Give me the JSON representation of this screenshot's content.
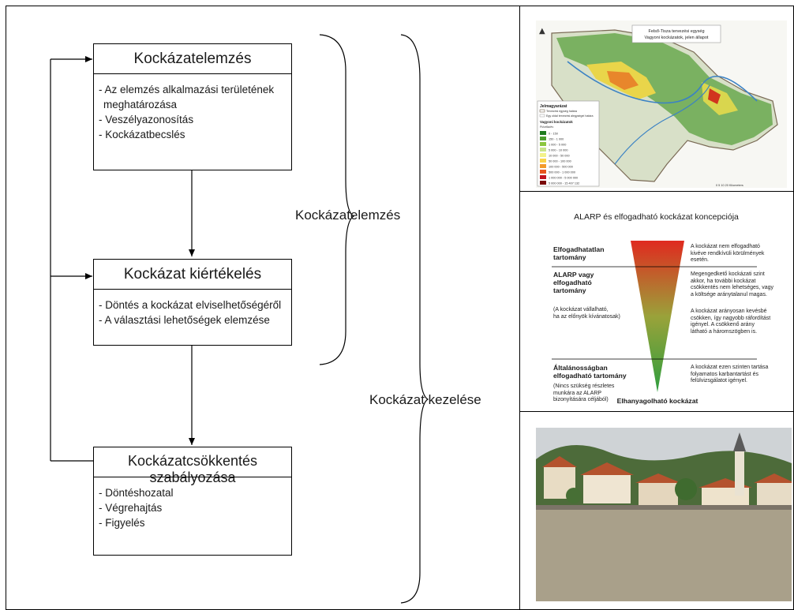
{
  "flowchart": {
    "box1": {
      "title": "Kockázatelemzés",
      "items": [
        "- Az elemzés alkalmazási területének",
        "  meghatározása",
        "- Veszélyazonosítás",
        "- Kockázatbecslés"
      ]
    },
    "box2": {
      "title": "Kockázat kiértékelés",
      "items": [
        "- Döntés a kockázat elviselhetőségéről",
        "- A választási lehetőségek elemzése"
      ]
    },
    "box3": {
      "title": "Kockázatcsökkentés szabályozása",
      "items": [
        "- Döntéshozatal",
        "- Végrehajtás",
        "- Figyelés"
      ]
    },
    "brace_inner_label": "Kockázatelemzés",
    "brace_outer_label": "Kockázat kezelése"
  },
  "map_panel": {
    "title_line1": "Felső-Tisza tervezési egység",
    "title_line2": "Vagyoni kockázatok, jelen állapot",
    "legend_title": "Jelmagyarázat",
    "legend_sub1": "Tervezési egység határa",
    "legend_sub2": "Egy oldal tervezési alegységei határa",
    "legend_risk_title": "Vagyoni kockázatok",
    "legend_unit": "Ft/cella/év",
    "legend_classes": [
      "0 - 150",
      "150 - 1 000",
      "1 000 - 5 000",
      "5 000 - 10 000",
      "10 000 - 50 000",
      "50 000 - 100 000",
      "100 000 - 500 000",
      "500 000 - 1 000 000",
      "1 000 000 - 5 000 000",
      "5 000 000 - 15 407 132"
    ],
    "legend_colors": [
      "#1f7a1f",
      "#4c9e2e",
      "#8cc63f",
      "#c9e48a",
      "#f3f28a",
      "#f9d34a",
      "#f39a2b",
      "#e8541e",
      "#c1121f",
      "#7a0a0a"
    ],
    "scale_label": "0  5  10        20 Kilometers"
  },
  "alarp_panel": {
    "title": "ALARP és elfogadható kockázat koncepciója",
    "zone1": [
      "Elfogadhatatlan",
      "tartomány"
    ],
    "zone2": [
      "ALARP vagy",
      "elfogadható",
      "tartomány"
    ],
    "zone2_note": [
      "(A kockázat vállalható,",
      "ha az előnyök kívánatosak)"
    ],
    "zone3": [
      "Általánosságban",
      "elfogadható tartomány"
    ],
    "zone3_note": [
      "(Nincs szükség részletes",
      "munkára az ALARP",
      "bizonyítására céljából)"
    ],
    "desc1": [
      "A kockázat nem elfogadható",
      "kivéve rendkívüli körülmények",
      "esetén."
    ],
    "desc2": [
      "Megengedkető kockázati szint",
      "akkor, ha további kockázat",
      "csökkentés nem lehetséges, vagy",
      "a költsége aránytalanul magas."
    ],
    "desc3": [
      "A kockázat arányosan kevésbé",
      "csökken, így nagyobb ráfordítást",
      "igényel. A csökkenő arány",
      "látható a háromszögben is."
    ],
    "desc4": [
      "A kockázat ezen szinten tartása",
      "folyamatos karbantartást és",
      "felülvizsgálatot igényel."
    ],
    "bottom": "Elhanyagolható kockázat",
    "colors": {
      "top": "#e02a1f",
      "middle": "#9aa23a",
      "bottom": "#2e9e3e"
    }
  },
  "photo_panel": {
    "colors": {
      "sky": "#cfd3d6",
      "water": "#a9a08a",
      "hills": "#4d6b3a",
      "roofs": "#b4532e"
    }
  }
}
